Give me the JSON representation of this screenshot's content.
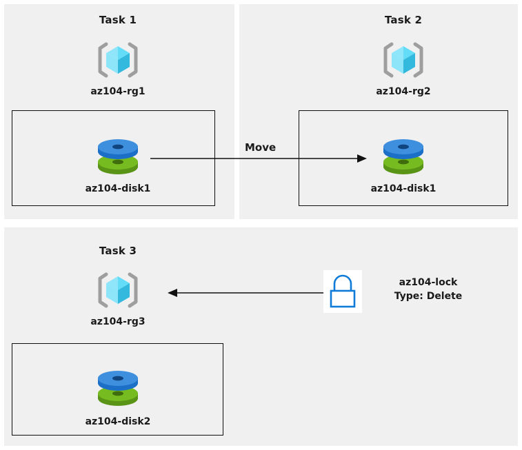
{
  "diagram": {
    "title": "Azure resource group tasks diagram",
    "background": "#ffffff",
    "panel_fill": "#f0f0f0",
    "box_border": "#0d0d0d"
  },
  "colors": {
    "rg_cube_light": "#88e2f8",
    "rg_cube_mid": "#41d3f3",
    "rg_cube_dark": "#2ab6d9",
    "rg_bracket": "#9e9e9e",
    "disk_blue_top": "#3f8fdf",
    "disk_blue_side": "#1b6fc6",
    "disk_blue_hole": "#10447f",
    "disk_green_top": "#76bc21",
    "disk_green_side": "#5a9416",
    "disk_green_hole": "#3f6c0d",
    "lock_stroke": "#0f7bd8",
    "lock_tile_fill": "#ffffff",
    "arrow": "#111111"
  },
  "panels": [
    {
      "id": "task1",
      "title": "Task 1",
      "resource_group": {
        "name": "az104-rg1",
        "icon": "resource-group-icon"
      },
      "resource": {
        "name": "az104-disk1",
        "icon": "managed-disk-icon"
      }
    },
    {
      "id": "task2",
      "title": "Task 2",
      "resource_group": {
        "name": "az104-rg2",
        "icon": "resource-group-icon"
      },
      "resource": {
        "name": "az104-disk1",
        "icon": "managed-disk-icon"
      }
    },
    {
      "id": "task3",
      "title": "Task 3",
      "resource_group": {
        "name": "az104-rg3",
        "icon": "resource-group-icon"
      },
      "resource": {
        "name": "az104-disk2",
        "icon": "managed-disk-icon"
      }
    }
  ],
  "arrows": [
    {
      "id": "move-arrow",
      "label": "Move",
      "direction": "right",
      "from": "az104-disk1 in az104-rg1",
      "to": "az104-disk1 in az104-rg2"
    },
    {
      "id": "lock-arrow",
      "label": "",
      "direction": "left",
      "from": "az104-lock",
      "to": "az104-rg3"
    }
  ],
  "lock": {
    "icon": "lock-icon",
    "name": "az104-lock",
    "type_line": "Type: Delete"
  }
}
